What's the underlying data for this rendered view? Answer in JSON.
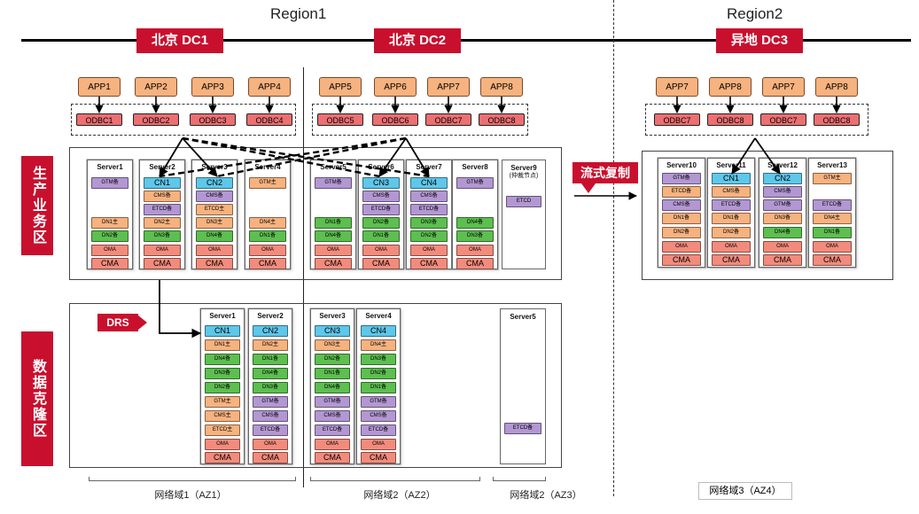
{
  "regions": {
    "r1": "Region1",
    "r2": "Region2"
  },
  "dcs": {
    "dc1": "北京 DC1",
    "dc2": "北京 DC2",
    "dc3": "异地 DC3"
  },
  "apps": {
    "dc1": [
      "APP1",
      "APP2",
      "APP3",
      "APP4"
    ],
    "dc2": [
      "APP5",
      "APP6",
      "APP7",
      "APP8"
    ],
    "dc3": [
      "APP7",
      "APP8",
      "APP7",
      "APP8"
    ]
  },
  "odbc": {
    "dc1": [
      "ODBC1",
      "ODBC2",
      "ODBC3",
      "ODBC4"
    ],
    "dc2": [
      "ODBC5",
      "ODBC6",
      "ODBC7",
      "ODBC8"
    ],
    "dc3": [
      "ODBC7",
      "ODBC8",
      "ODBC7",
      "ODBC8"
    ]
  },
  "zones": {
    "prod": "生产业务区",
    "backup": "数据克隆区"
  },
  "labels": {
    "drs": "DRS",
    "stream": "流式复制"
  },
  "prod_servers": [
    {
      "title": "Server1",
      "blocks": [
        [
          "GTM备",
          "gtm"
        ],
        [
          "",
          ""
        ],
        [
          "",
          ""
        ],
        [
          "DN1主",
          "org"
        ],
        [
          "DN2备",
          "dn"
        ],
        [
          "OMA",
          "oma"
        ],
        [
          "CMA",
          "cma"
        ]
      ]
    },
    {
      "title": "Server2",
      "blocks": [
        [
          "CN1",
          "cn"
        ],
        [
          "CMS备",
          "org"
        ],
        [
          "ETCD备",
          "etcd"
        ],
        [
          "DN2主",
          "org"
        ],
        [
          "DN3备",
          "dn"
        ],
        [
          "OMA",
          "oma"
        ],
        [
          "CMA",
          "cma"
        ]
      ]
    },
    {
      "title": "Server3",
      "blocks": [
        [
          "CN2",
          "cn"
        ],
        [
          "CMS备",
          "cms"
        ],
        [
          "ETCD主",
          "org"
        ],
        [
          "DN3主",
          "org"
        ],
        [
          "DN4备",
          "dn"
        ],
        [
          "OMA",
          "oma"
        ],
        [
          "CMA",
          "cma"
        ]
      ]
    },
    {
      "title": "Server4",
      "blocks": [
        [
          "GTM主",
          "org"
        ],
        [
          "",
          ""
        ],
        [
          "",
          ""
        ],
        [
          "DN4主",
          "org"
        ],
        [
          "DN1备",
          "dn"
        ],
        [
          "OMA",
          "oma"
        ],
        [
          "CMA",
          "cma"
        ]
      ]
    },
    {
      "title": "Server5",
      "blocks": [
        [
          "GTM备",
          "gtm"
        ],
        [
          "",
          ""
        ],
        [
          "",
          ""
        ],
        [
          "DN1备",
          "dn"
        ],
        [
          "DN4备",
          "dn"
        ],
        [
          "OMA",
          "oma"
        ],
        [
          "CMA",
          "cma"
        ]
      ]
    },
    {
      "title": "Server6",
      "blocks": [
        [
          "CN3",
          "cn"
        ],
        [
          "CMS备",
          "cms"
        ],
        [
          "ETCD备",
          "etcd"
        ],
        [
          "DN2备",
          "dn"
        ],
        [
          "DN1备",
          "dn"
        ],
        [
          "OMA",
          "oma"
        ],
        [
          "CMA",
          "cma"
        ]
      ]
    },
    {
      "title": "Server7",
      "blocks": [
        [
          "CN4",
          "cn"
        ],
        [
          "CMS备",
          "cms"
        ],
        [
          "ETCD备",
          "etcd"
        ],
        [
          "DN3备",
          "dn"
        ],
        [
          "DN2备",
          "dn"
        ],
        [
          "OMA",
          "oma"
        ],
        [
          "CMA",
          "cma"
        ]
      ]
    },
    {
      "title": "Server8",
      "blocks": [
        [
          "GTM备",
          "gtm"
        ],
        [
          "",
          ""
        ],
        [
          "",
          ""
        ],
        [
          "DN4备",
          "dn"
        ],
        [
          "DN3备",
          "dn"
        ],
        [
          "OMA",
          "oma"
        ],
        [
          "CMA",
          "cma"
        ]
      ]
    }
  ],
  "server9": {
    "title": "Server9",
    "subtitle": "(仲裁节点)",
    "block": "ETCD"
  },
  "dc3_servers": [
    {
      "title": "Server10",
      "blocks": [
        [
          "GTM备",
          "gtm"
        ],
        [
          "ETCD备",
          "org"
        ],
        [
          "CMS备",
          "cms"
        ],
        [
          "DN1备",
          "org"
        ],
        [
          "DN2备",
          "org"
        ],
        [
          "OMA",
          "oma"
        ],
        [
          "CMA",
          "cma"
        ]
      ]
    },
    {
      "title": "Server11",
      "blocks": [
        [
          "CN1",
          "cn"
        ],
        [
          "CMS备",
          "org"
        ],
        [
          "ETCD备",
          "etcd"
        ],
        [
          "DN1备",
          "org"
        ],
        [
          "DN2备",
          "org"
        ],
        [
          "OMA",
          "oma"
        ],
        [
          "CMA",
          "cma"
        ]
      ]
    },
    {
      "title": "Server12",
      "blocks": [
        [
          "CN2",
          "cn"
        ],
        [
          "CMS备",
          "cms"
        ],
        [
          "GTM备",
          "gtm"
        ],
        [
          "DN3备",
          "org"
        ],
        [
          "DN4备",
          "dn"
        ],
        [
          "OMA",
          "oma"
        ],
        [
          "CMA",
          "cma"
        ]
      ]
    },
    {
      "title": "Server13",
      "blocks": [
        [
          "GTM主",
          "org"
        ],
        [
          "",
          ""
        ],
        [
          "ETCD备",
          "etcd"
        ],
        [
          "DN4主",
          "org"
        ],
        [
          "DN1备",
          "dn"
        ],
        [
          "OMA",
          "oma"
        ],
        [
          "CMA",
          "cma"
        ]
      ]
    }
  ],
  "backup_servers": [
    {
      "title": "Server1",
      "blocks": [
        [
          "CN1",
          "cn"
        ],
        [
          "DN1主",
          "org"
        ],
        [
          "DN4备",
          "dn"
        ],
        [
          "DN3备",
          "dn"
        ],
        [
          "DN2备",
          "dn"
        ],
        [
          "GTM主",
          "org"
        ],
        [
          "CMS主",
          "org"
        ],
        [
          "ETCD主",
          "org"
        ],
        [
          "OMA",
          "oma"
        ],
        [
          "CMA",
          "cma"
        ]
      ]
    },
    {
      "title": "Server2",
      "blocks": [
        [
          "CN2",
          "cn"
        ],
        [
          "DN2主",
          "org"
        ],
        [
          "DN1备",
          "dn"
        ],
        [
          "DN4备",
          "dn"
        ],
        [
          "DN3备",
          "dn"
        ],
        [
          "GTM备",
          "gtm"
        ],
        [
          "CMS备",
          "cms"
        ],
        [
          "ETCD备",
          "etcd"
        ],
        [
          "OMA",
          "oma"
        ],
        [
          "CMA",
          "cma"
        ]
      ]
    },
    {
      "title": "Server3",
      "blocks": [
        [
          "CN3",
          "cn"
        ],
        [
          "DN3主",
          "org"
        ],
        [
          "DN2备",
          "dn"
        ],
        [
          "DN1备",
          "dn"
        ],
        [
          "DN4备",
          "dn"
        ],
        [
          "GTM备",
          "gtm"
        ],
        [
          "CMS备",
          "cms"
        ],
        [
          "ETCD备",
          "etcd"
        ],
        [
          "OMA",
          "oma"
        ],
        [
          "CMA",
          "cma"
        ]
      ]
    },
    {
      "title": "Server4",
      "blocks": [
        [
          "CN4",
          "cn"
        ],
        [
          "DN4主",
          "org"
        ],
        [
          "DN3备",
          "dn"
        ],
        [
          "DN2备",
          "dn"
        ],
        [
          "DN1备",
          "dn"
        ],
        [
          "GTM备",
          "gtm"
        ],
        [
          "CMS备",
          "cms"
        ],
        [
          "ETCD备",
          "etcd"
        ],
        [
          "OMA",
          "oma"
        ],
        [
          "CMA",
          "cma"
        ]
      ]
    }
  ],
  "server5_backup": {
    "title": "Server5",
    "block": "ETCD备"
  },
  "az": {
    "az1": "网络域1（AZ1）",
    "az2": "网络域2（AZ2）",
    "az3": "网络域2（AZ3）",
    "az4": "网络域3（AZ4）"
  },
  "colors": {
    "red": "#c8102e",
    "app": "#f6b27f",
    "odbc": "#ec6f72",
    "cn": "#5ec7ea",
    "gtm": "#b397d3",
    "dn": "#5cbf4f",
    "oma": "#f28b7c"
  }
}
